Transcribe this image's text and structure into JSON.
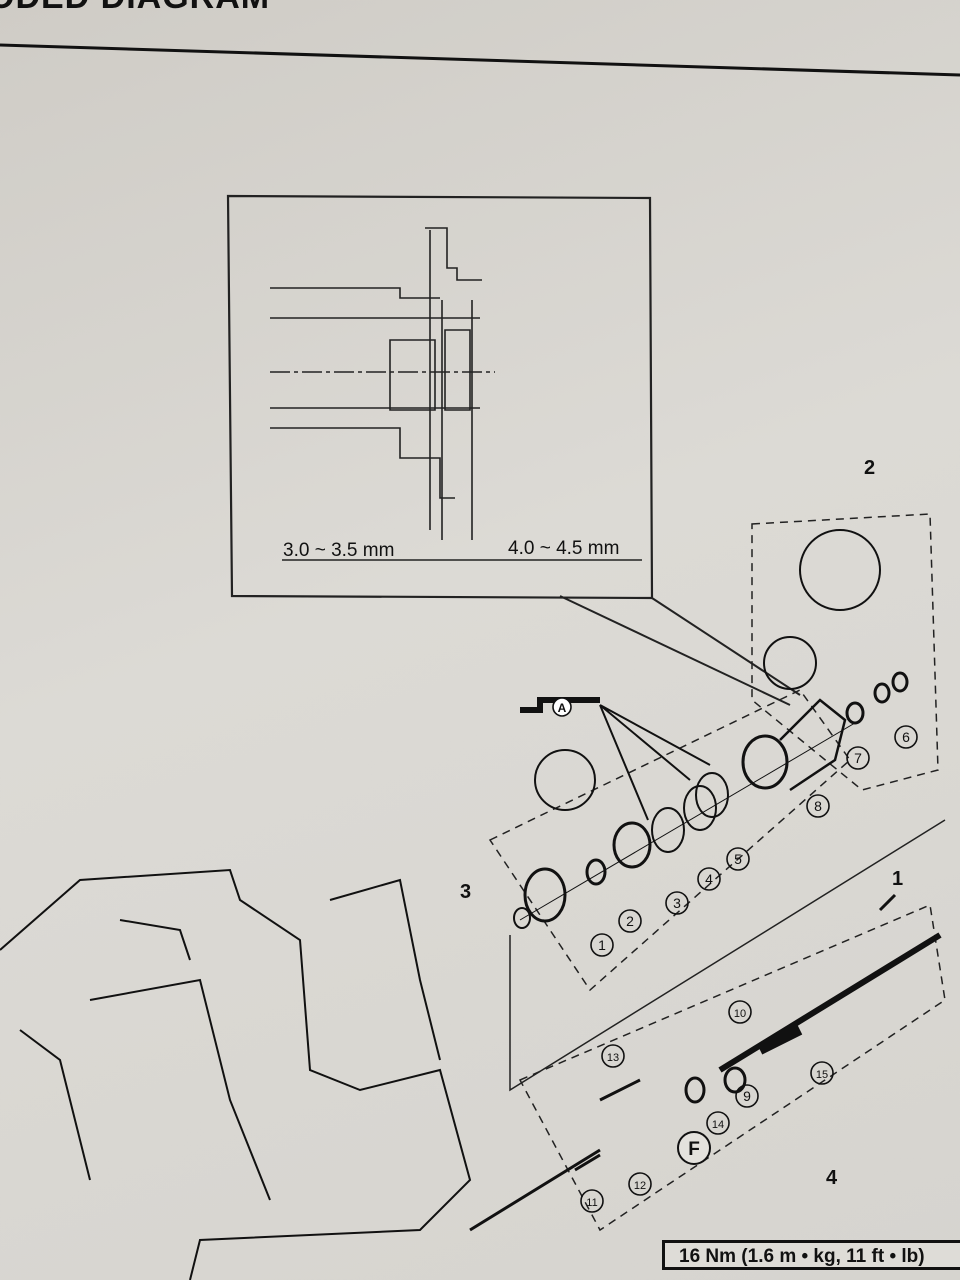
{
  "header": {
    "title": "ODED DIAGRAM"
  },
  "inset": {
    "dim_left": "3.0 ~ 3.5 mm",
    "dim_right": "4.0 ~ 4.5 mm"
  },
  "callouts": {
    "c1": "1",
    "c2": "2",
    "c3": "3",
    "c4": "4"
  },
  "parts": {
    "p1": "1",
    "p2": "2",
    "p3": "3",
    "p4": "4",
    "p5": "5",
    "p6": "6",
    "p7": "7",
    "p8": "8",
    "p9": "9",
    "p10": "10",
    "p11": "11",
    "p12": "12",
    "p13": "13",
    "p14": "14",
    "p15": "15"
  },
  "symbols": {
    "grease": "A",
    "f": "F"
  },
  "torque": "16 Nm (1.6 m • kg, 11 ft • lb)"
}
